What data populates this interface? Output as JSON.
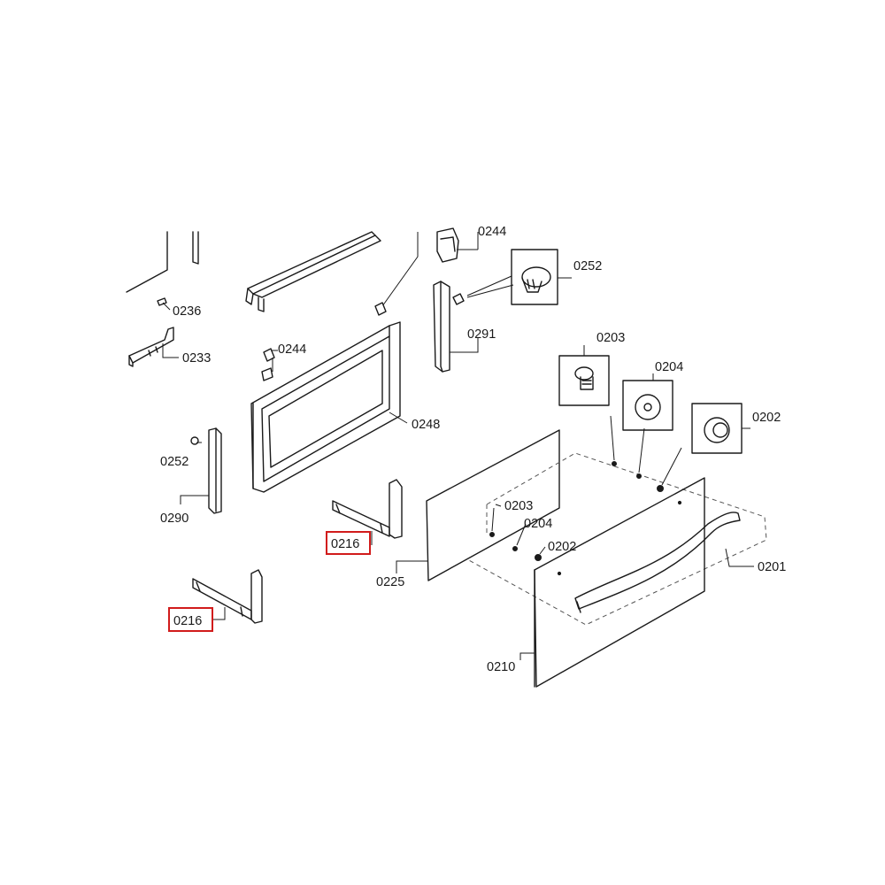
{
  "colors": {
    "line": "#1a1a1a",
    "highlight": "#d11b1b",
    "background": "#ffffff"
  },
  "labels": {
    "p0244_top": "0244",
    "p0252_top": "0252",
    "p0236": "0236",
    "p0233": "0233",
    "p0244_mid": "0244",
    "p0291": "0291",
    "p0203_top": "0203",
    "p0204_top": "0204",
    "p0202_top": "0202",
    "p0248": "0248",
    "p0252_left": "0252",
    "p0290": "0290",
    "p0216_mid": "0216",
    "p0216_left": "0216",
    "p0203_mid": "0203",
    "p0204_mid": "0204",
    "p0202_mid": "0202",
    "p0225": "0225",
    "p0201": "0201",
    "p0210": "0210"
  },
  "highlighted_parts": [
    "0216"
  ]
}
